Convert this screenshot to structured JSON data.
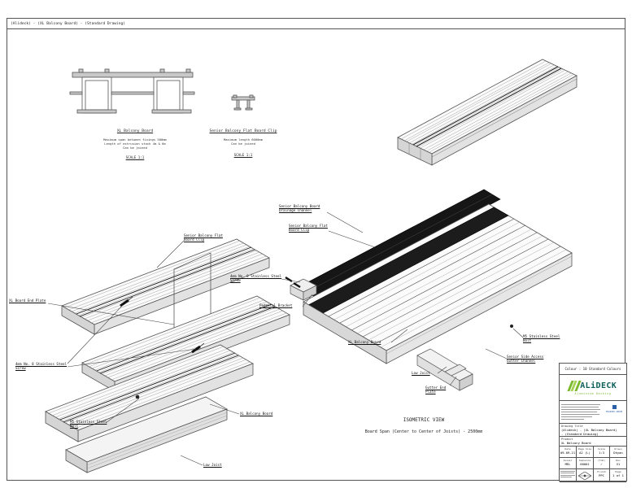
{
  "header": {
    "title": "(Alideck) - (XL Balcony Board) - (Standard Drawing)"
  },
  "details": {
    "xl_board": {
      "title": "XL Balcony Board",
      "notes": [
        "Maximum span between fixings 500mm",
        "Length of extrusion stock 4m & 6m",
        "Can be joined"
      ],
      "scale": "SCALE 1:1"
    },
    "clip": {
      "title": "Senior Balcony Flat Board Clip",
      "notes": [
        "Maximum length 6000mm",
        "Can be joined"
      ],
      "scale": "SCALE 1:1"
    }
  },
  "exploded_view": {
    "labels": {
      "clip": "Senior Balcony Flat Board Clip",
      "end_plate": "XL Board End Plate",
      "screw": "4mm No. 8 Stainless Steel Screw",
      "bolt": "M5 Stainless Steel Bolt",
      "board": "XL Balcony Board",
      "joist": "Low Joist"
    }
  },
  "assembly_view": {
    "labels": {
      "drainage": "Senior Balcony Board Drainage Channel",
      "clip": "Senior Balcony Flat Board Clip",
      "screw": "4mm No. 8 Stainless Steel Screw",
      "pedestal": "Pedestal Bracket",
      "board": "XL Balcony Board",
      "joist": "Low Joist",
      "gutter_end_plate": "Gutter End Plate",
      "gutter_channel": "Senior Side Access Gutter Channel",
      "bolt": "M5 Stainless Steel Bolt"
    },
    "caption": "ISOMETRIC VIEW",
    "span_note": "Board Span (Center to Center of Joists) - 2500mm"
  },
  "title_block": {
    "colour": "Colour : 10 Standard Colours",
    "brand": {
      "name": "ALiDECK",
      "tagline": "Aluminium Decking",
      "accent": "#7ab92c",
      "ink": "#0d5f5a"
    },
    "partner": "MILWOOD GROUP",
    "drawing_title_label": "Drawing Title",
    "drawing_title_line1": "(Alideck) - (XL Balcony Board)",
    "drawing_title_line2": "- (Standard Drawing)",
    "product_label": "Product",
    "product_value": "XL Balcony Board",
    "grid": {
      "date_label": "Date",
      "date": "09-09-21",
      "page_size_label": "Page Size",
      "page_size": "A2 (L)",
      "scale_label": "Scale",
      "scale": "1:3",
      "drawn_label": "Drawn",
      "drawn": "Dhyan",
      "issuer_label": "Issuer",
      "issuer": "MEL",
      "sequence_label": "Sequence",
      "sequence": "00001",
      "tod_label": "(ToD)",
      "tod": "✓",
      "rev_label": "Rev",
      "rev": "V1",
      "finish_label": "Finish",
      "finish": "PPC",
      "page_label": "Page",
      "page": "1 of 1"
    }
  }
}
